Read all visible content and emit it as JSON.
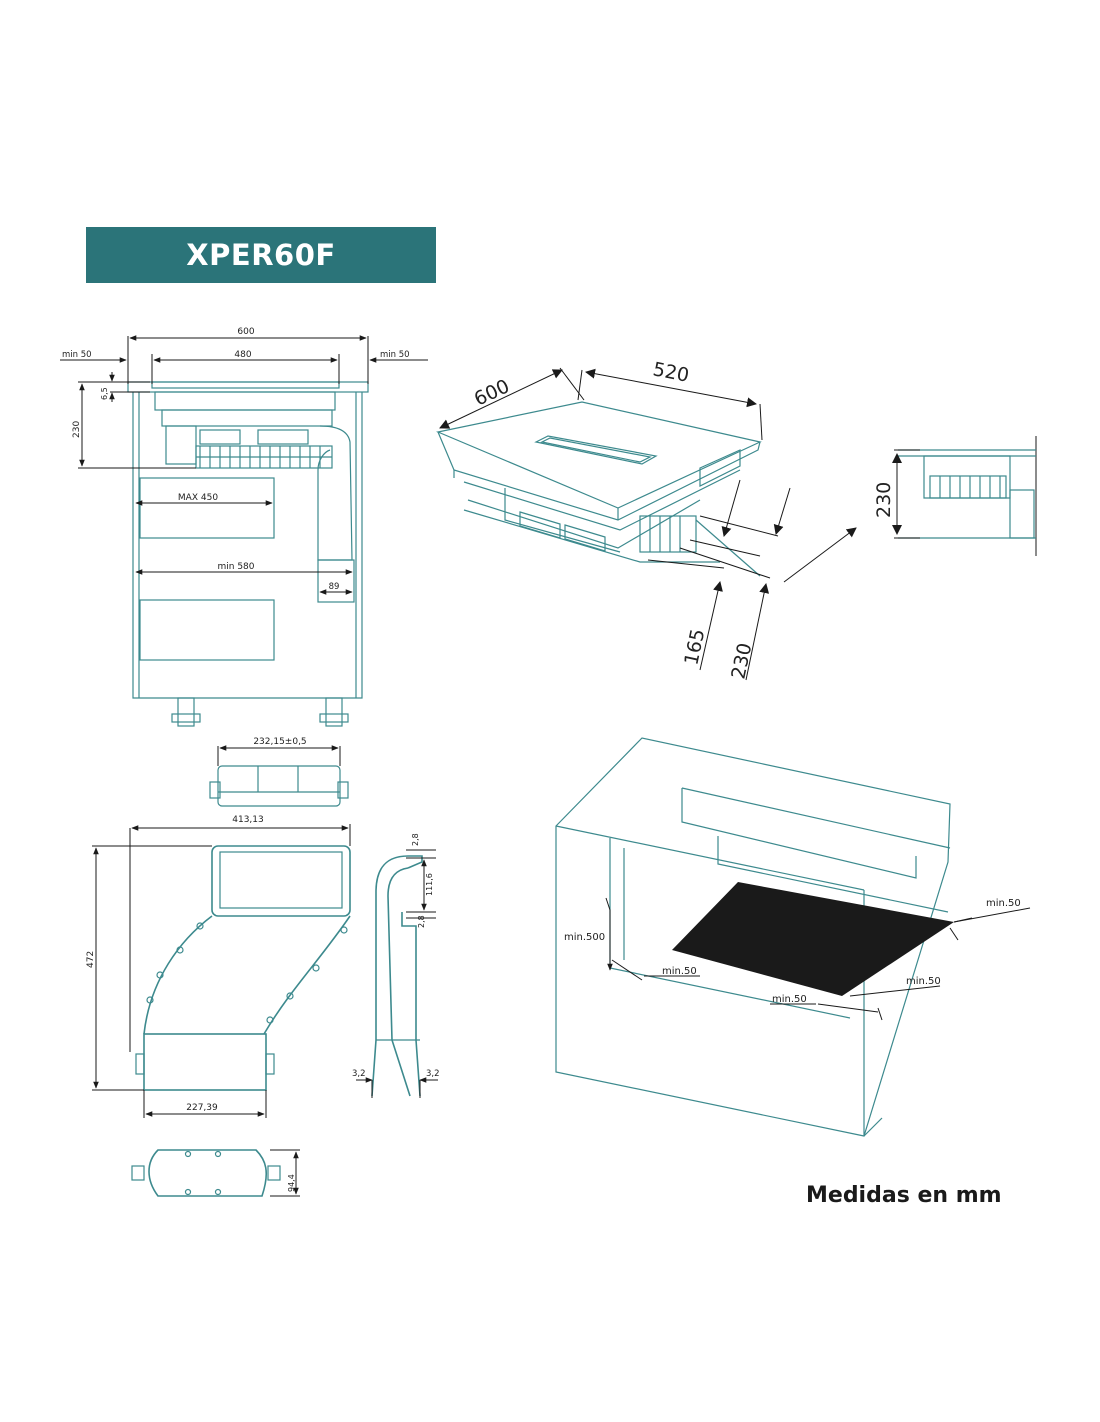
{
  "title": "XPER60F",
  "footer": "Medidas en mm",
  "colors": {
    "brand": "#2b7479",
    "line": "#3d8a8e",
    "ink": "#1a1a1a"
  },
  "front_view": {
    "dim_width": "600",
    "dim_inner": "480",
    "min_left": "min 50",
    "min_right": "min 50",
    "dim_65": "6,5",
    "dim_230": "230",
    "max_450": "MAX 450",
    "min_580": "min 580",
    "dim_89": "89"
  },
  "iso_view": {
    "dim_600": "600",
    "dim_520": "520",
    "dim_165": "165",
    "dim_230": "230"
  },
  "side_view": {
    "dim_230": "230"
  },
  "duct_top": {
    "dim_232": "232,15±0,5"
  },
  "duct_elbow": {
    "dim_413": "413,13",
    "dim_472": "472",
    "dim_227": "227,39"
  },
  "duct_side": {
    "dim_28a": "2,8",
    "dim_111": "111,6",
    "dim_28b": "2,8",
    "dim_32a": "3,2",
    "dim_32b": "3,2"
  },
  "duct_end": {
    "dim_94": "94,4"
  },
  "cabinet": {
    "min500": "min.500",
    "min50_a": "min.50",
    "min50_b": "min.50",
    "min50_c": "min.50",
    "min50_d": "min.50"
  }
}
